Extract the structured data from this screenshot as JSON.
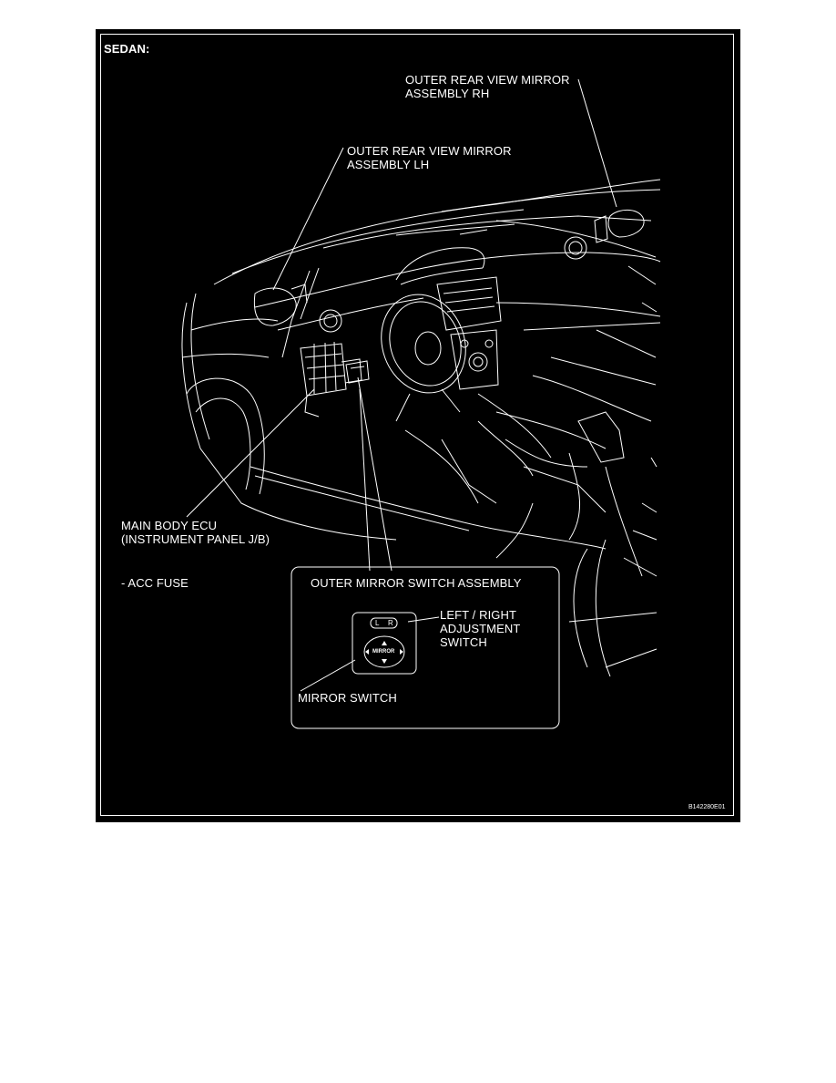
{
  "figure": {
    "section_title": "SEDAN:",
    "labels": {
      "mirror_rh": [
        "OUTER REAR VIEW MIRROR",
        "ASSEMBLY RH"
      ],
      "mirror_lh": [
        "OUTER REAR VIEW MIRROR",
        "ASSEMBLY LH"
      ],
      "main_body_ecu": [
        "MAIN BODY ECU",
        "(INSTRUMENT PANEL J/B)"
      ],
      "acc_fuse": "- ACC FUSE",
      "switch_assembly": "OUTER MIRROR SWITCH ASSEMBLY",
      "lr_switch": [
        "LEFT / RIGHT",
        "ADJUSTMENT",
        "SWITCH"
      ],
      "mirror_switch": "MIRROR SWITCH",
      "switch_face": {
        "left": "L",
        "right": "R",
        "center": "MIRROR"
      }
    },
    "figure_code": "B142280E01"
  },
  "colors": {
    "background": "#000000",
    "line": "#ffffff",
    "page": "#ffffff"
  }
}
